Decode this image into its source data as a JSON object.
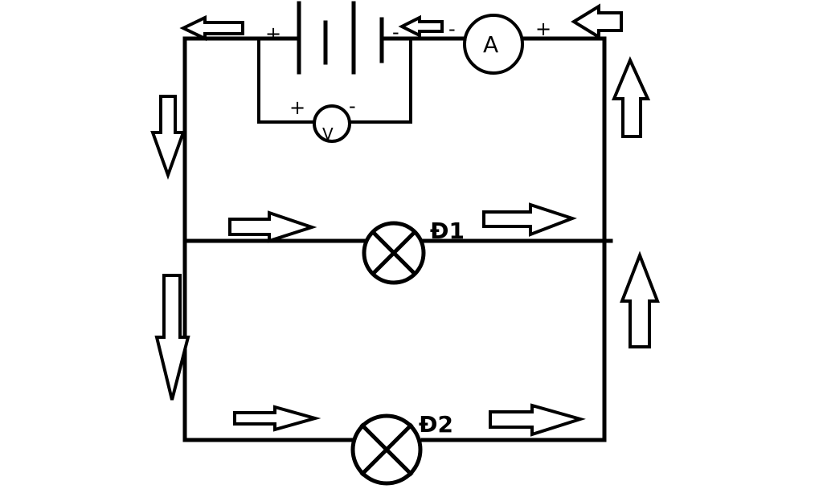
{
  "battery": {
    "plus": "+",
    "minus": "-"
  },
  "ammeter": {
    "letter": "A",
    "minus": "-",
    "plus": "+"
  },
  "voltmeter": {
    "letter": "V",
    "plus": "+",
    "minus": "-"
  },
  "lamps": [
    {
      "label": "Đ1"
    },
    {
      "label": "Đ2"
    }
  ]
}
